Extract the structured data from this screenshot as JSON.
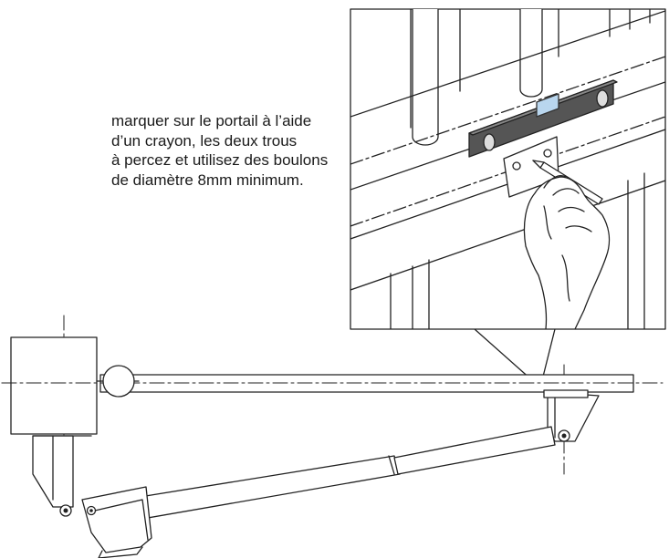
{
  "instruction": {
    "lines": [
      "marquer sur le portail à l’aide",
      "d’un crayon, les deux trous",
      "à percez et utilisez des boulons",
      "de diamètre 8mm minimum."
    ]
  }
}
